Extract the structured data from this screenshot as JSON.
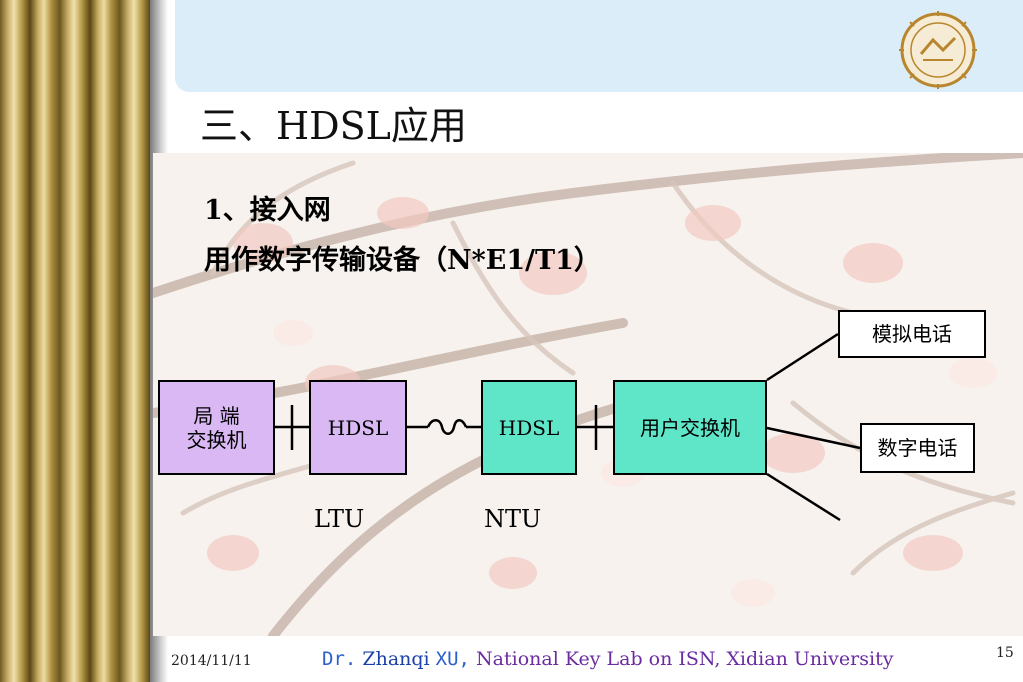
{
  "slide": {
    "title": "三、HDSL应用",
    "subtitle_1": "1、接入网",
    "subtitle_2": "用作数字传输设备（N*E1/T1）"
  },
  "diagram": {
    "central_office": "局 端\n交换机",
    "hdsl_ltu": "HDSL",
    "hdsl_ntu": "HDSL",
    "user_pbx": "用户交换机",
    "analog_phone": "模拟电话",
    "digital_phone": "数字电话",
    "ltu_label": "LTU",
    "ntu_label": "NTU"
  },
  "footer": {
    "date": "2014/11/11",
    "credit_prefix": "Dr.",
    "credit_name": "Zhanqi",
    "credit_surname": "XU,",
    "credit_lab": "National Key Lab on ISN, Xidian University",
    "page_number": "15"
  },
  "colors": {
    "header_band": "#dcedfa",
    "purple_box": "#d9b8f3",
    "cyan_box": "#5fe6c9",
    "logo": "#b8862e"
  },
  "icons": [
    "university-seal-logo",
    "magnolia-background-photo"
  ]
}
